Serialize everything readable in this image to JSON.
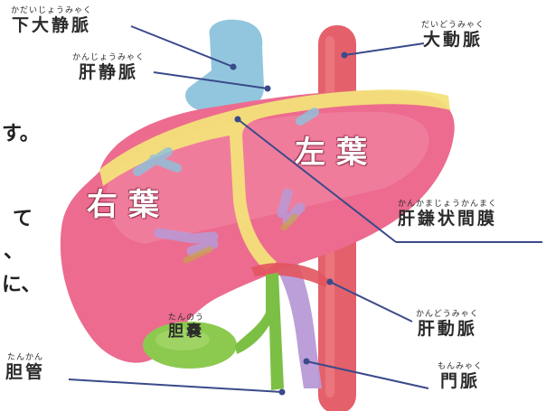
{
  "side_text_fragments": [
    "す。",
    "て",
    "、",
    "に、"
  ],
  "lobes": {
    "left": "左葉",
    "right": "右葉"
  },
  "labels": {
    "ivc": {
      "ruby": "かだいじょうみゃく",
      "text": "下大静脈"
    },
    "hepatic_vein": {
      "ruby": "かんじょうみゃく",
      "text": "肝静脈"
    },
    "aorta": {
      "ruby": "だいどうみゃく",
      "text": "大動脈"
    },
    "falciform": {
      "ruby": "かんかまじょうかんまく",
      "text": "肝鎌状間膜"
    },
    "hepatic_artery": {
      "ruby": "かんどうみゃく",
      "text": "肝動脈"
    },
    "gallbladder": {
      "ruby": "たんのう",
      "text": "胆嚢"
    },
    "bile_duct": {
      "ruby": "たんかん",
      "text": "胆管"
    },
    "portal_vein": {
      "ruby": "もんみゃく",
      "text": "門脈"
    }
  },
  "colors": {
    "liver": "#ec6b8f",
    "ligament": "#f3e27a",
    "ivc": "#8cc3dc",
    "aorta": "#e2545e",
    "gallbladder": "#8cc94f",
    "portal": "#b89ad6",
    "leader": "#3a4a8a"
  }
}
